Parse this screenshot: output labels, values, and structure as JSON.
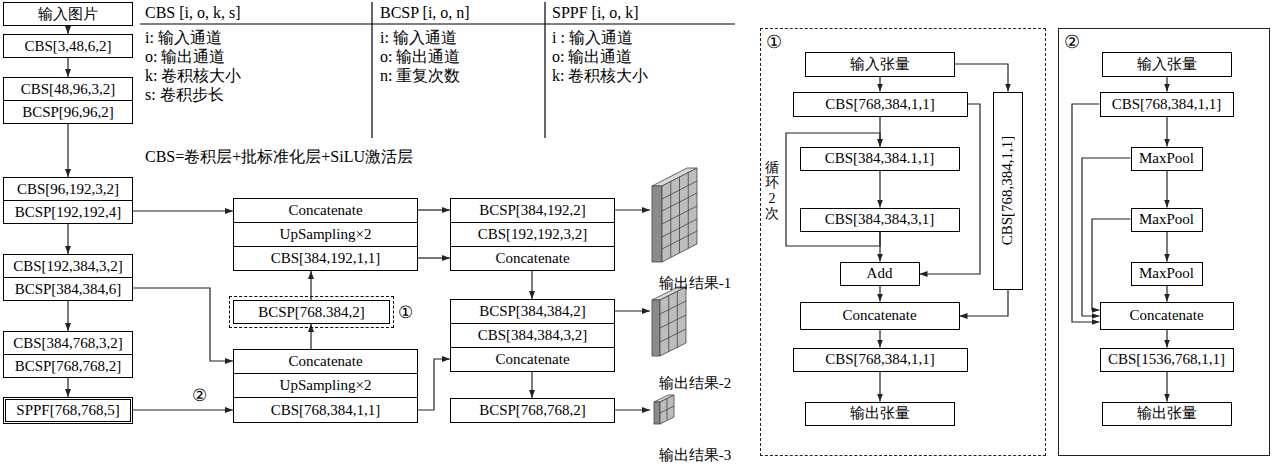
{
  "diagram": {
    "nodes": [
      {
        "text": [
          "输入图片"
        ]
      },
      {
        "text": [
          "CBS[3,48,6,2]"
        ]
      },
      {
        "text": [
          "CBS[48,96,3,2]"
        ]
      },
      {
        "text": [
          "BCSP[96,96,2]"
        ]
      },
      {
        "text": [
          "CBS[96,192,3,2]"
        ]
      },
      {
        "text": [
          "BCSP[192,192,4]"
        ]
      },
      {
        "text": [
          "CBS[192,384,3,2]"
        ]
      },
      {
        "text": [
          "BCSP[384,384,6]"
        ]
      },
      {
        "text": [
          "CBS[384,768,3,2]"
        ]
      },
      {
        "text": [
          "BCSP[768,768,2]"
        ]
      },
      {
        "text": [
          "SPPF[768,768,5]"
        ]
      },
      {
        "text": [
          "Concatenate"
        ]
      },
      {
        "text": [
          "UpSampling×2"
        ]
      },
      {
        "text": [
          "CBS[384,192,1,1]"
        ]
      },
      {
        "text": [
          "BCSP[768.384,2]"
        ]
      },
      {
        "text": [
          "Concatenate"
        ]
      },
      {
        "text": [
          "UpSampling×2"
        ]
      },
      {
        "text": [
          "CBS[768,384,1,1]"
        ]
      },
      {
        "text": [
          "BCSP[384,192,2]"
        ]
      },
      {
        "text": [
          "CBS[192,192,3,2]"
        ]
      },
      {
        "text": [
          "Concatenate"
        ]
      },
      {
        "text": [
          "BCSP[384,384,2]"
        ]
      },
      {
        "text": [
          "CBS[384,384,3,2]"
        ]
      },
      {
        "text": [
          "Concatenate"
        ]
      },
      {
        "text": [
          "BCSP[768,768,2]"
        ]
      },
      {
        "text": [
          "输出结果-1"
        ]
      },
      {
        "text": [
          "输出结果-2"
        ]
      },
      {
        "text": [
          "输出结果-3"
        ]
      },
      {
        "text": [
          "①"
        ]
      },
      {
        "text": [
          "输入张量"
        ],
        "in": 28
      },
      {
        "text": [
          "CBS[768,384,1,1]"
        ],
        "in": 28
      },
      {
        "text": [
          "CBS[384,384.1,1]"
        ],
        "in": 28
      },
      {
        "text": [
          "CBS[384,384,3,1]"
        ],
        "in": 28
      },
      {
        "text": [
          "Add"
        ],
        "in": 28
      },
      {
        "text": [
          "CBS[768,384,1,1]"
        ],
        "in": 28
      },
      {
        "text": [
          "Concatenate"
        ],
        "in": 28
      },
      {
        "text": [
          "CBS[768,384,1,1]"
        ],
        "in": 28
      },
      {
        "text": [
          "输出张量"
        ],
        "in": 28
      },
      {
        "text": [
          "②"
        ]
      },
      {
        "text": [
          "输入张量"
        ],
        "in": 38
      },
      {
        "text": [
          "CBS[768,384,1,1]"
        ],
        "in": 38
      },
      {
        "text": [
          "MaxPool"
        ],
        "in": 38
      },
      {
        "text": [
          "MaxPool"
        ],
        "in": 38
      },
      {
        "text": [
          "MaxPool"
        ],
        "in": 38
      },
      {
        "text": [
          "Concatenate"
        ],
        "in": 38
      },
      {
        "text": [
          "CBS[1536,768,1,1]"
        ],
        "in": 38
      },
      {
        "text": [
          "输出张量"
        ],
        "in": 38
      }
    ],
    "edges": [
      {
        "from": 0,
        "to": 1,
        "arrow": "to"
      },
      {
        "from": 1,
        "to": 2,
        "arrow": "to"
      },
      {
        "from": 3,
        "to": 4,
        "arrow": "to"
      },
      {
        "from": 5,
        "to": 6,
        "arrow": "to"
      },
      {
        "from": 7,
        "to": 8,
        "arrow": "to"
      },
      {
        "from": 9,
        "to": 10,
        "arrow": "to"
      },
      {
        "from": 5,
        "to": 11,
        "arrow": "to"
      },
      {
        "from": 7,
        "to": 15,
        "arrow": "to"
      },
      {
        "from": 10,
        "to": 17,
        "arrow": "to"
      },
      {
        "from": 15,
        "to": 14,
        "arrow": "to"
      },
      {
        "from": 14,
        "to": 13,
        "arrow": "to"
      },
      {
        "from": 11,
        "to": 18,
        "arrow": "to"
      },
      {
        "from": 13,
        "to": 20,
        "arrow": "to"
      },
      {
        "from": 18,
        "to": 25,
        "arrow": "to"
      },
      {
        "from": 20,
        "to": 21,
        "arrow": "to"
      },
      {
        "from": 21,
        "to": 26,
        "arrow": "to"
      },
      {
        "from": 17,
        "to": 23,
        "arrow": "to"
      },
      {
        "from": 23,
        "to": 24,
        "arrow": "to"
      },
      {
        "from": 24,
        "to": 27,
        "arrow": "to"
      },
      {
        "from": 29,
        "to": 30,
        "arrow": "to"
      },
      {
        "from": 29,
        "to": 34,
        "arrow": "to"
      },
      {
        "from": 30,
        "to": 31,
        "arrow": "to"
      },
      {
        "from": 31,
        "to": 32,
        "arrow": "to"
      },
      {
        "from": 32,
        "to": 31,
        "arrow": "to"
      },
      {
        "from": 32,
        "to": 33,
        "arrow": "to"
      },
      {
        "from": 30,
        "to": 33,
        "arrow": "to"
      },
      {
        "from": 33,
        "to": 35,
        "arrow": "to"
      },
      {
        "from": 34,
        "to": 35,
        "arrow": "to"
      },
      {
        "from": 35,
        "to": 36,
        "arrow": "to"
      },
      {
        "from": 36,
        "to": 37,
        "arrow": "to"
      },
      {
        "from": 39,
        "to": 40,
        "arrow": "to"
      },
      {
        "from": 40,
        "to": 41,
        "arrow": "to"
      },
      {
        "from": 41,
        "to": 42,
        "arrow": "to"
      },
      {
        "from": 42,
        "to": 43,
        "arrow": "to"
      },
      {
        "from": 43,
        "to": 44,
        "arrow": "to"
      },
      {
        "from": 44,
        "to": 45,
        "arrow": "to"
      },
      {
        "from": 45,
        "to": 46,
        "arrow": "to"
      },
      {
        "from": 40,
        "to": 44,
        "arrow": "to"
      },
      {
        "from": 41,
        "to": 44,
        "arrow": "to"
      },
      {
        "from": 42,
        "to": 44,
        "arrow": "to"
      }
    ],
    "labels": [
      "CBS [i, o, k, s]",
      "i: 输入通道",
      "o: 输出通道",
      "k: 卷积核大小",
      "s: 卷积步长",
      "BCSP [i, o, n]",
      "i: 输入通道",
      "o: 输出通道",
      "n: 重复次数",
      "SPPF [i, o, k]",
      "i : 输入通道",
      "o: 输出通道",
      "k: 卷积核大小",
      "CBS=卷积层+批标准化层+SiLU激活层",
      "①",
      "②",
      "循环2次"
    ]
  }
}
